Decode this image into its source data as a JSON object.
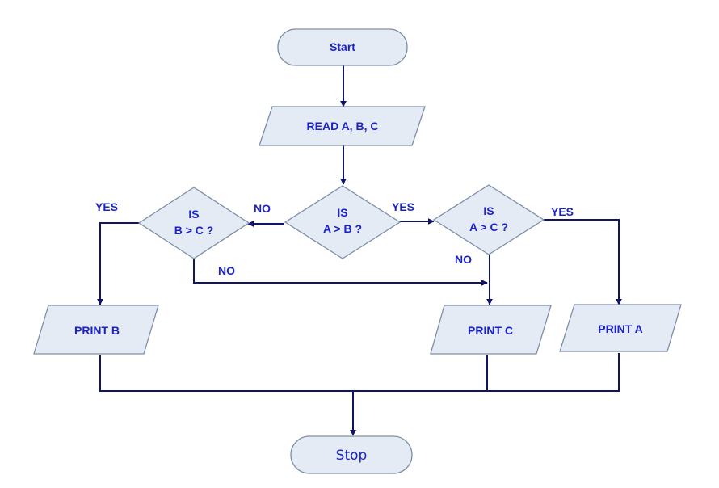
{
  "nodes": {
    "start": "Start",
    "read": "READ A, B, C",
    "decision_ab": [
      "IS",
      "A > B ?"
    ],
    "decision_bc": [
      "IS",
      "B > C ?"
    ],
    "decision_ac": [
      "IS",
      "A > C ?"
    ],
    "print_b": "PRINT B",
    "print_c": "PRINT C",
    "print_a": "PRINT A",
    "stop": "Stop"
  },
  "edges": {
    "ab_no": "NO",
    "ab_yes": "YES",
    "bc_yes": "YES",
    "bc_no": "NO",
    "ac_yes": "YES",
    "ac_no": "NO"
  },
  "colors": {
    "shape_fill": "#e4ebf5",
    "shape_stroke": "#7d8fa6",
    "line": "#101468",
    "text": "#1a22c8"
  }
}
